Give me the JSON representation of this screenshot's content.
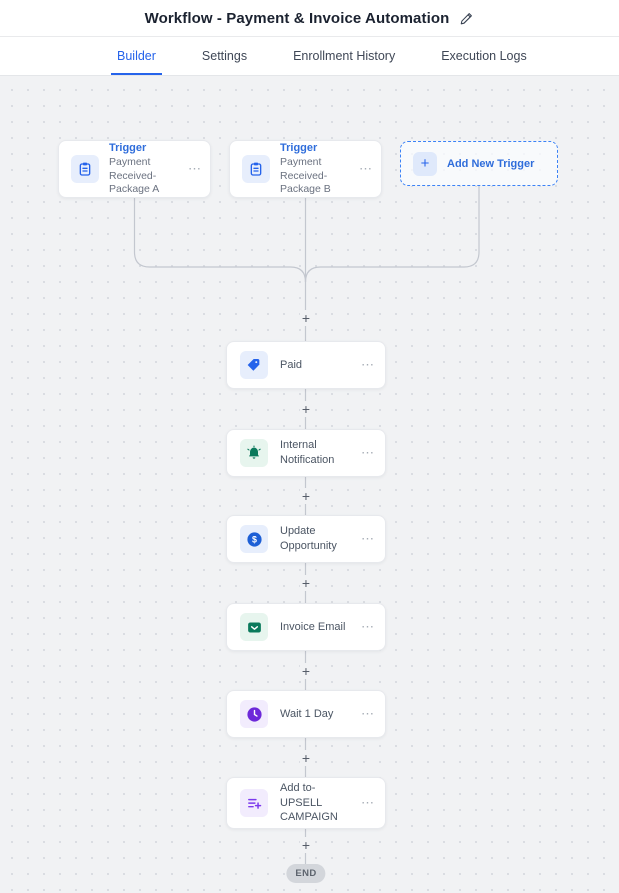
{
  "header": {
    "title": "Workflow - Payment & Invoice Automation"
  },
  "tabs": {
    "items": [
      {
        "label": "Builder",
        "active": true
      },
      {
        "label": "Settings",
        "active": false
      },
      {
        "label": "Enrollment History",
        "active": false
      },
      {
        "label": "Execution Logs",
        "active": false
      }
    ]
  },
  "canvas": {
    "triggers": [
      {
        "label": "Trigger",
        "description": "Payment Received- Package A",
        "icon": "clipboard-icon"
      },
      {
        "label": "Trigger",
        "description": "Payment Received- Package B",
        "icon": "clipboard-icon"
      }
    ],
    "add_trigger": {
      "label": "Add New Trigger",
      "plus": "+",
      "icon": "plus-icon"
    },
    "actions": [
      {
        "label": "Paid",
        "icon": "tag-icon",
        "theme": "blue"
      },
      {
        "label": "Internal Notification",
        "icon": "bell-icon",
        "theme": "green"
      },
      {
        "label": "Update Opportunity",
        "icon": "dollar-circle-icon",
        "theme": "blue"
      },
      {
        "label": "Invoice Email",
        "icon": "mail-icon",
        "theme": "green"
      },
      {
        "label": "Wait 1 Day",
        "icon": "clock-icon",
        "theme": "purple"
      },
      {
        "label": "Add to- UPSELL CAMPAIGN",
        "icon": "playlist-add-icon",
        "theme": "purple"
      }
    ],
    "menu_glyph": "⋯",
    "plus_glyph": "+",
    "end_label": "END"
  },
  "colors": {
    "accent_blue": "#2563eb",
    "green": "#0b7a5c",
    "purple": "#7c3aed",
    "canvas_bg": "#f1f2f4",
    "connector_line": "#c3c7cf"
  }
}
